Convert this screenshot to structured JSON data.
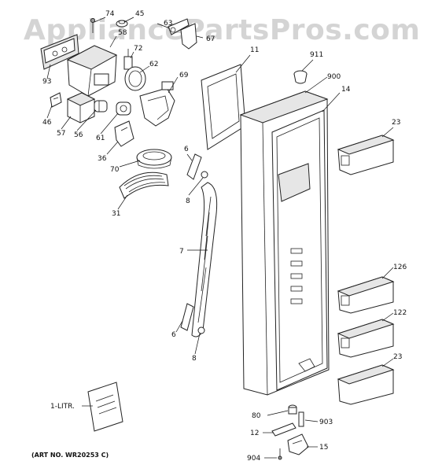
{
  "watermark": "AppliancePartsPros.com",
  "art_number": "(ART NO. WR20253 C)",
  "callouts": {
    "c74": "74",
    "c45": "45",
    "c63": "63",
    "c67": "67",
    "c58": "58",
    "c72": "72",
    "c93": "93",
    "c62": "62",
    "c69": "69",
    "c46": "46",
    "c57": "57",
    "c56": "56",
    "c61": "61",
    "c36": "36",
    "c70": "70",
    "c31": "31",
    "c6a": "6",
    "c8a": "8",
    "c7": "7",
    "c6b": "6",
    "c8b": "8",
    "c11": "11",
    "c911": "911",
    "c900": "900",
    "c14": "14",
    "c23a": "23",
    "c126": "126",
    "c122": "122",
    "c23b": "23",
    "c80": "80",
    "c903": "903",
    "c12": "12",
    "c15": "15",
    "c904": "904",
    "c1litr": "1-LITR."
  }
}
